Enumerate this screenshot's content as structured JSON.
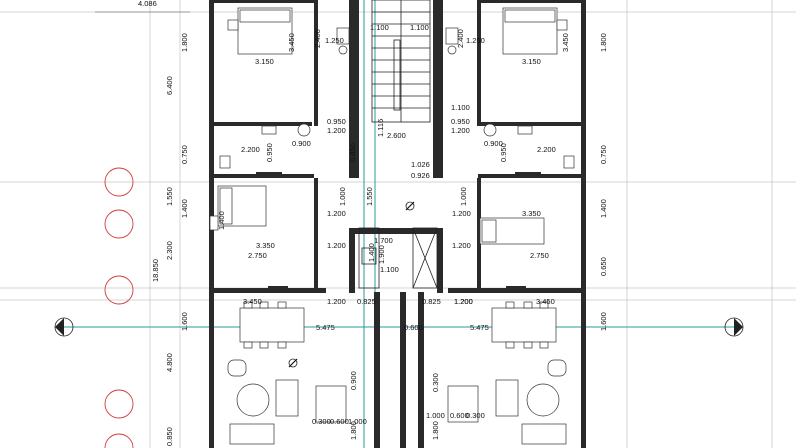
{
  "plan": {
    "top_left_dim": "4.086",
    "left_chain": [
      "1.800",
      "6.400",
      "0.750",
      "1.550",
      "1.400",
      "18.850",
      "2.300",
      "4.800",
      "1.600",
      "0.850"
    ],
    "right_chain": [
      "1.800",
      "0.750",
      "1.400",
      "0.650",
      "1.600"
    ],
    "rooms_top": {
      "dims": [
        "2.400",
        "3.450",
        "3.150",
        "1.250",
        "1.100",
        "1.100",
        "1.250",
        "2.400",
        "3.150",
        "3.450"
      ]
    },
    "core": {
      "dims": [
        "0.950",
        "1.200",
        "1.116",
        "2.600",
        "0.950",
        "1.200",
        "0.850",
        "1.026",
        "0.926",
        "1.000",
        "1.550",
        "1.200",
        "1.700",
        "1.400",
        "1.900",
        "1.100",
        "0.825",
        "0.825",
        "0.600",
        "1.100"
      ]
    },
    "bedrooms_mid": {
      "dims": [
        "2.200",
        "0.950",
        "0.900",
        "0.900",
        "0.950",
        "2.200",
        "3.350",
        "1.400",
        "2.750",
        "3.350",
        "2.750",
        "1.200",
        "1.200",
        "1.200",
        "1.200",
        "1.000"
      ]
    },
    "living": {
      "dims": [
        "3.450",
        "1.200",
        "5.475",
        "3.450",
        "1.200",
        "5.475",
        "0.900",
        "0.300",
        "0.600",
        "1.000",
        "1.800",
        "1.000",
        "0.600",
        "0.300",
        "0.300",
        "1.800"
      ]
    }
  }
}
